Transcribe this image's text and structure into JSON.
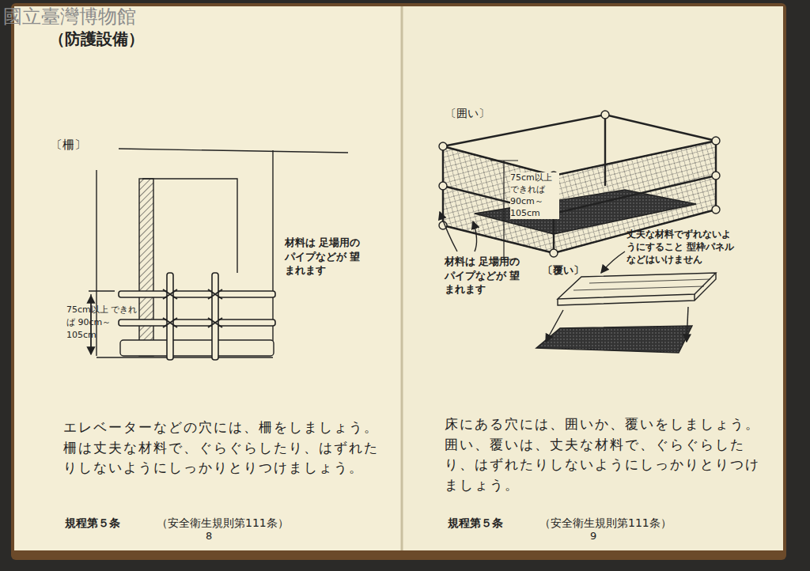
{
  "diagram": {
    "title": "（防護設備）",
    "labels": [
      "國立臺灣博物館",
      "〔柵〕",
      "材料は 足場用の パイプなどが 望まれます",
      "75cm以上 できれば 90cm～105cm",
      "エレベーターなどの穴には、柵をしましょう。柵は丈夫な材料で、ぐらぐらしたり、はずれたりしないようにしっかりとりつけましょう。",
      "規程第５条",
      "（安全衛生規則第111条）",
      "8",
      "〔囲い〕",
      "75cm以上 できれば 90cm～105cm",
      "材料は 足場用の パイプなどが 望まれます",
      "丈夫な材料でずれないようにすること 型枠パネルなどはいけません",
      "〔覆い〕",
      "床にある穴には、囲いか、覆いをしましょう。囲い、覆いは、丈夫な材料で、ぐらぐらしたり、はずれたりしないようにしっかりとりつけましょう。",
      "規程第５条",
      "（安全衛生規則第111条）",
      "9"
    ]
  }
}
